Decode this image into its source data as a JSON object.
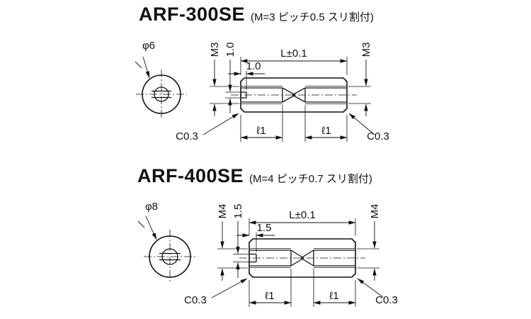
{
  "page": {
    "background": "#ffffff",
    "ink": "#111111"
  },
  "sections": [
    {
      "title": "ARF-300SE",
      "subtitle": "(M=3 ピッチ0.5 スリ割付)",
      "front_view": {
        "diameter_label": "φ6"
      },
      "side_view": {
        "length_label": "L±0.1",
        "thread_label_left": "M3",
        "thread_label_right": "M3",
        "slit_width_label": "1.0",
        "slit_depth_label": "1.0",
        "chamfer_label_left": "C0.3",
        "chamfer_label_right": "C0.3",
        "thread_depth_label_left": "ℓ1",
        "thread_depth_label_right": "ℓ1"
      }
    },
    {
      "title": "ARF-400SE",
      "subtitle": "(M=4 ピッチ0.7 スリ割付)",
      "front_view": {
        "diameter_label": "φ8"
      },
      "side_view": {
        "length_label": "L±0.1",
        "thread_label_left": "M4",
        "thread_label_right": "M4",
        "slit_width_label": "1.5",
        "slit_depth_label": "1.5",
        "chamfer_label_left": "C0.3",
        "chamfer_label_right": "C0.3",
        "thread_depth_label_left": "ℓ1",
        "thread_depth_label_right": "ℓ1"
      }
    }
  ]
}
